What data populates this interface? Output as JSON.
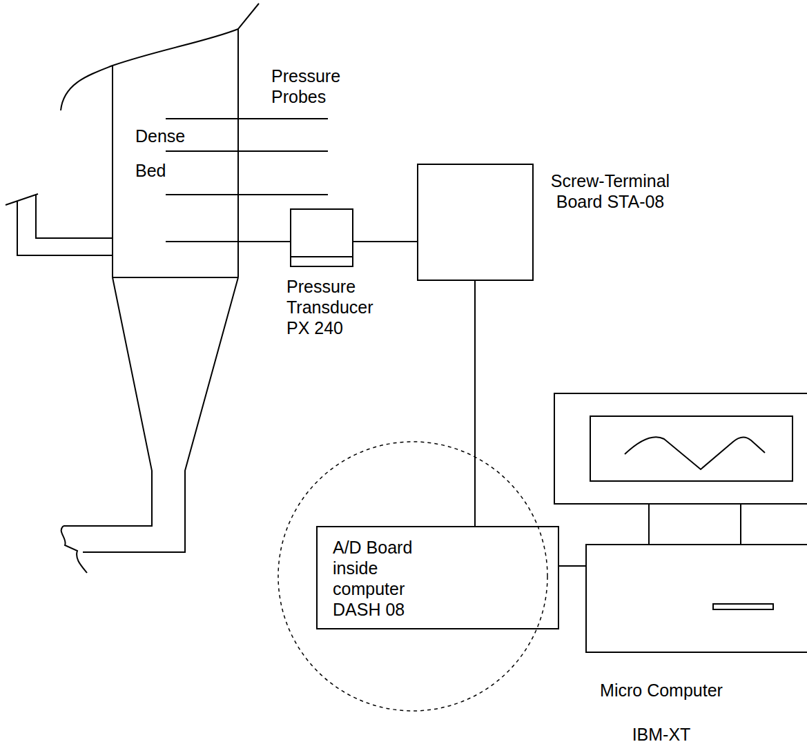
{
  "diagram": {
    "nodes": [
      {
        "text": [
          "Pressure Transducer PX 240"
        ]
      },
      {
        "text": [
          "Screw-Terminal Board STA-08"
        ]
      },
      {
        "text": [
          "A/D Board inside computer DASH 08"
        ]
      },
      {
        "text": [
          "Micro Computer IBM-XT"
        ]
      }
    ],
    "edges": [
      {
        "from": 0,
        "to": 1,
        "arrow": "none"
      },
      {
        "from": 1,
        "to": 2,
        "arrow": "none"
      },
      {
        "from": 2,
        "to": 3,
        "arrow": "none"
      }
    ],
    "labels": [
      "Pressure Probes",
      "Dense Bed"
    ]
  }
}
